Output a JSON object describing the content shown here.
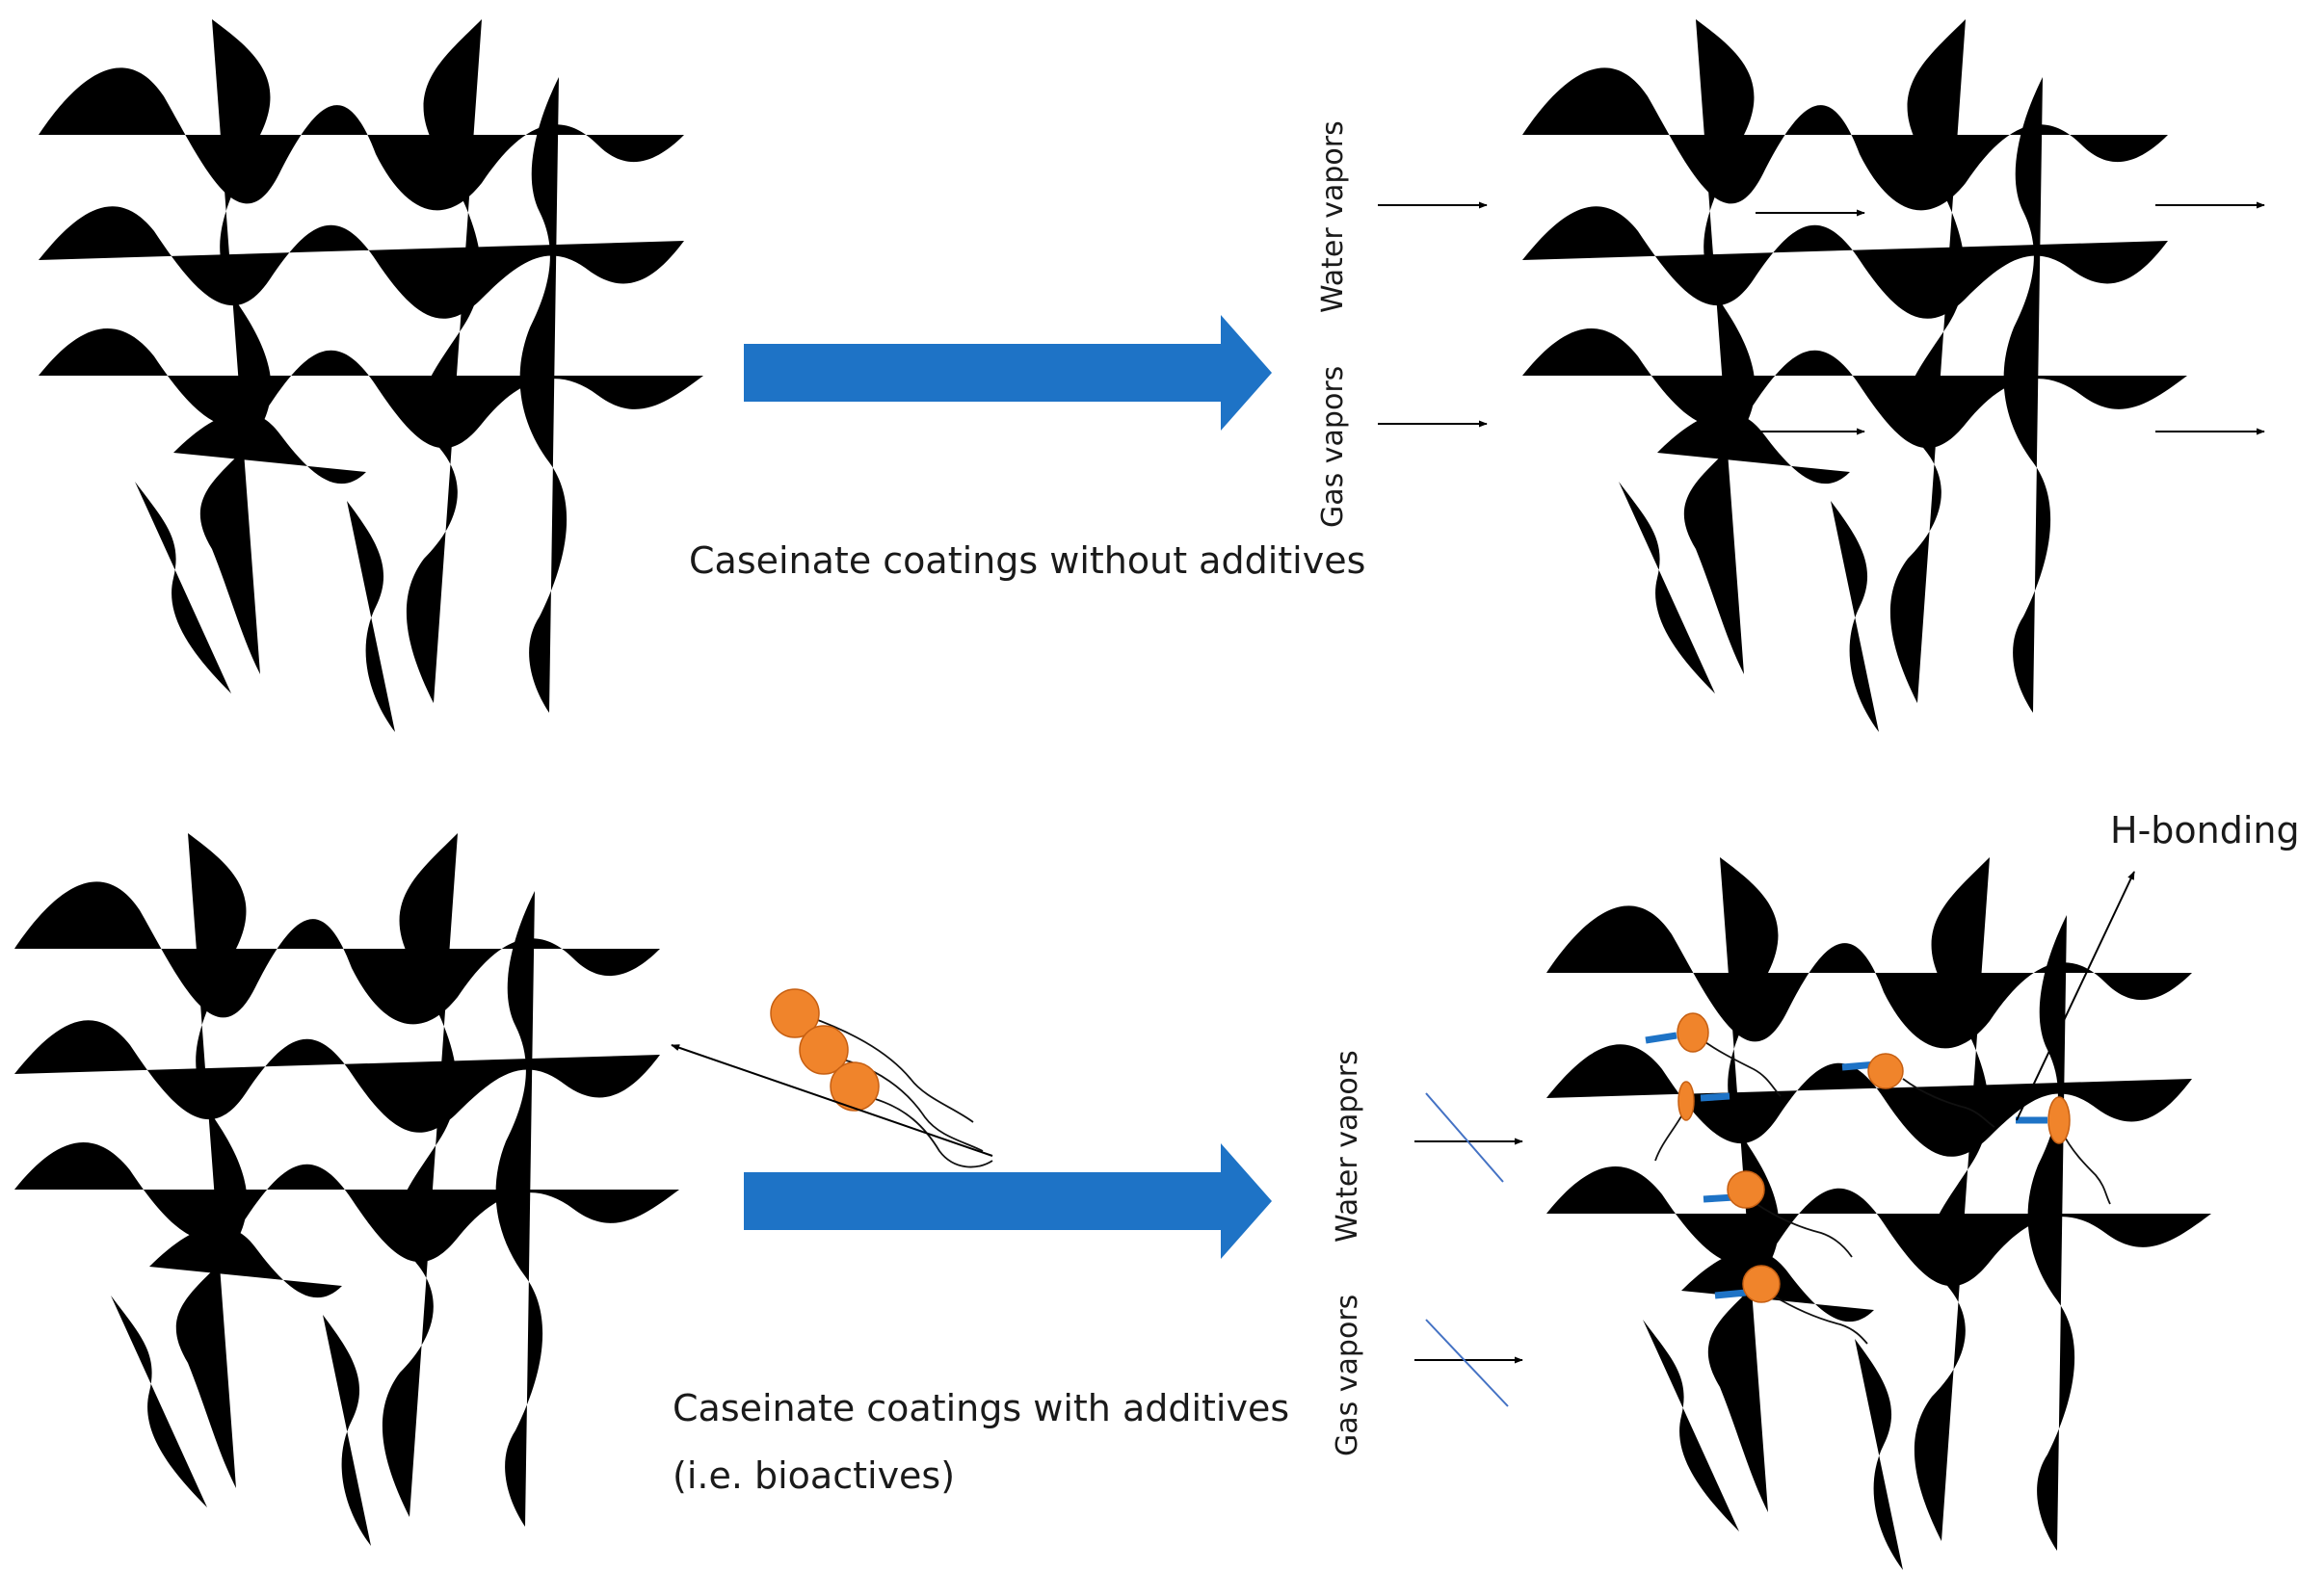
{
  "top_panel": {
    "caption": "Caseinate coatings without additives",
    "gas_label": "Gas vapors",
    "water_label": "Water vapors"
  },
  "bottom_panel": {
    "caption_line1": "Caseinate coatings with additives",
    "caption_line2": "(i.e. bioactives)",
    "gas_label": "Gas vapors",
    "water_label": "Water vapors",
    "hbond_label": "H-bonding"
  },
  "colors": {
    "fiber": "#4472c4",
    "block_arrow": "#1e73c6",
    "additive": "#f0842b"
  }
}
